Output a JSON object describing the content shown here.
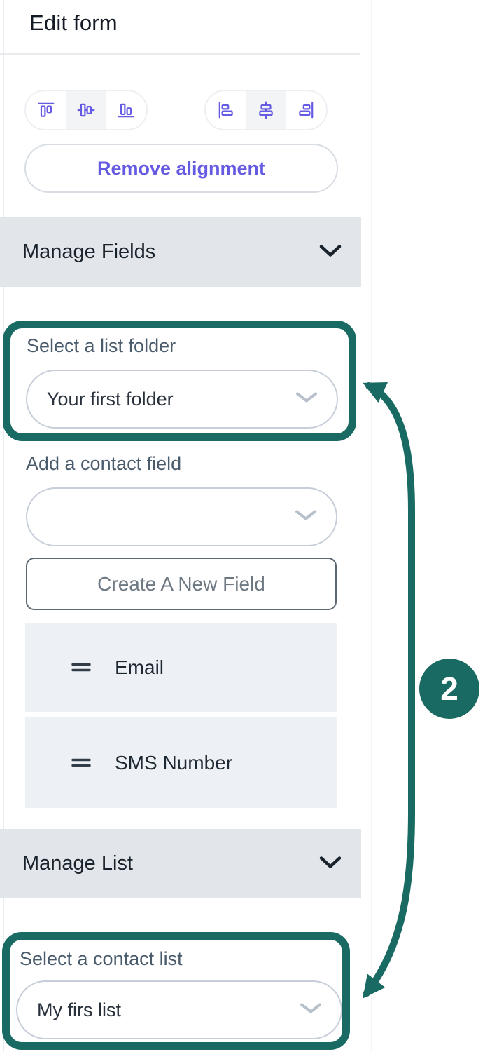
{
  "panel": {
    "title": "Edit form",
    "toolbar": {
      "vertical_align_icons": [
        "align-top",
        "align-middle-vertical",
        "align-bottom"
      ],
      "horizontal_align_icons": [
        "align-left",
        "align-center-horizontal",
        "align-right"
      ],
      "remove_alignment_label": "Remove alignment"
    },
    "manage_fields": {
      "header": "Manage Fields",
      "chevron_icon": "chevron-down-icon",
      "folder_label": "Select a list folder",
      "folder_value": "Your first folder",
      "add_field_label": "Add a contact field",
      "add_field_value": "",
      "create_field_label": "Create A New Field",
      "drag_handle_icon": "drag-handle-icon",
      "fields": [
        {
          "name": "Email"
        },
        {
          "name": "SMS Number"
        }
      ]
    },
    "manage_list": {
      "header": "Manage List",
      "chevron_icon": "chevron-down-icon",
      "list_label": "Select a contact list",
      "list_value": "My firs list"
    }
  },
  "annotation": {
    "step_badge": "2",
    "highlight_color": "#186a62",
    "accent_purple": "#655ae2"
  }
}
